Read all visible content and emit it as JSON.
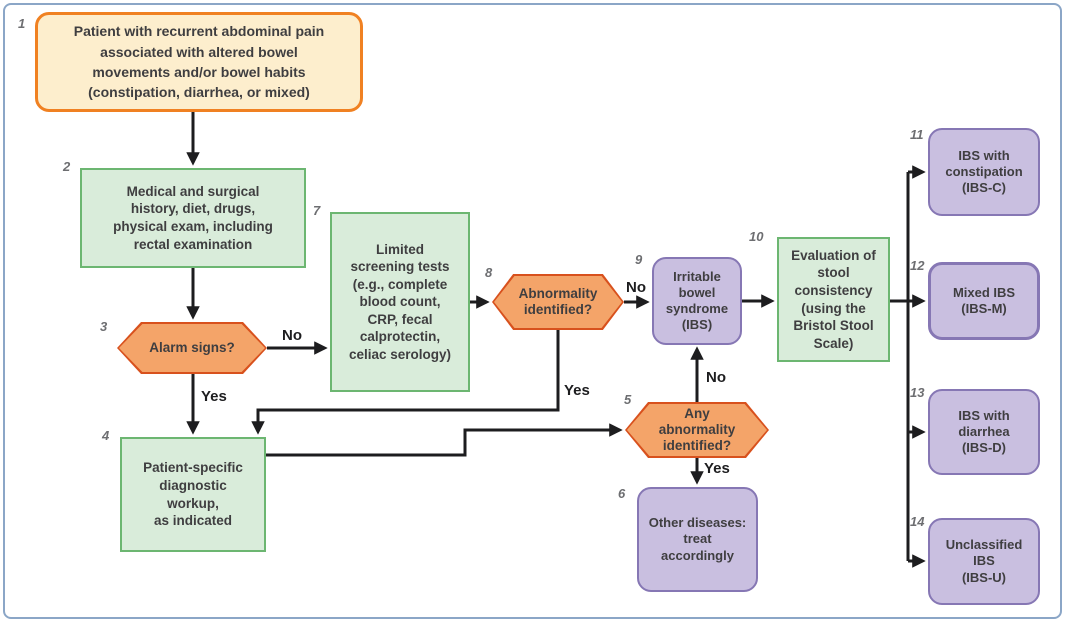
{
  "figure": {
    "description": "Diagnostic flowchart for irritable bowel syndrome (IBS)"
  },
  "colors": {
    "start_fill": "#fdeecd",
    "start_border": "#f08122",
    "process_fill": "#d9ecda",
    "process_border": "#6cb671",
    "decision_fill": "#f4a469",
    "decision_border": "#d8511d",
    "outcome_fill": "#c9bfe0",
    "outcome_border": "#8677b4",
    "arrow": "#1d1d1f",
    "frame_border": "#8ba6c7",
    "number": "#6d6e71",
    "text": "#3f3e40"
  },
  "nodes": [
    {
      "number": "1",
      "type": "start",
      "label": "Patient with recurrent abdominal pain\nassociated with altered bowel\nmovements and/or bowel habits\n(constipation, diarrhea, or mixed)"
    },
    {
      "number": "2",
      "type": "process",
      "label": "Medical and surgical\nhistory, diet, drugs,\nphysical exam, including\nrectal examination"
    },
    {
      "number": "3",
      "type": "decision",
      "label": "Alarm signs?"
    },
    {
      "number": "4",
      "type": "process",
      "label": "Patient-specific\ndiagnostic\nworkup,\nas indicated"
    },
    {
      "number": "5",
      "type": "decision",
      "label": "Any\nabnormality\nidentified?"
    },
    {
      "number": "6",
      "type": "outcome",
      "label": "Other diseases:\ntreat\naccordingly"
    },
    {
      "number": "7",
      "type": "process",
      "label": "Limited\nscreening tests\n(e.g., complete\nblood count,\nCRP, fecal\ncalprotectin,\nceliac serology)"
    },
    {
      "number": "8",
      "type": "decision",
      "label": "Abnormality\nidentified?"
    },
    {
      "number": "9",
      "type": "outcome",
      "label": "Irritable\nbowel\nsyndrome\n(IBS)"
    },
    {
      "number": "10",
      "type": "process",
      "label": "Evaluation of\nstool\nconsistency\n(using the\nBristol Stool\nScale)"
    },
    {
      "number": "11",
      "type": "outcome",
      "label": "IBS with\nconstipation\n(IBS-C)"
    },
    {
      "number": "12",
      "type": "outcome",
      "label": "Mixed IBS\n(IBS-M)"
    },
    {
      "number": "13",
      "type": "outcome",
      "label": "IBS with\ndiarrhea\n(IBS-D)"
    },
    {
      "number": "14",
      "type": "outcome",
      "label": "Unclassified\nIBS\n(IBS-U)"
    }
  ],
  "edges": [
    {
      "from": 1,
      "to": 2,
      "label": ""
    },
    {
      "from": 2,
      "to": 3,
      "label": ""
    },
    {
      "from": 3,
      "to": 7,
      "label": "No"
    },
    {
      "from": 3,
      "to": 4,
      "label": "Yes"
    },
    {
      "from": 7,
      "to": 8,
      "label": ""
    },
    {
      "from": 8,
      "to": 9,
      "label": "No"
    },
    {
      "from": 8,
      "to": 4,
      "label": "Yes"
    },
    {
      "from": 4,
      "to": 5,
      "label": ""
    },
    {
      "from": 5,
      "to": 9,
      "label": "No"
    },
    {
      "from": 5,
      "to": 6,
      "label": "Yes"
    },
    {
      "from": 9,
      "to": 10,
      "label": ""
    },
    {
      "from": 10,
      "to": 11,
      "label": ""
    },
    {
      "from": 10,
      "to": 12,
      "label": ""
    },
    {
      "from": 10,
      "to": 13,
      "label": ""
    },
    {
      "from": 10,
      "to": 14,
      "label": ""
    }
  ]
}
